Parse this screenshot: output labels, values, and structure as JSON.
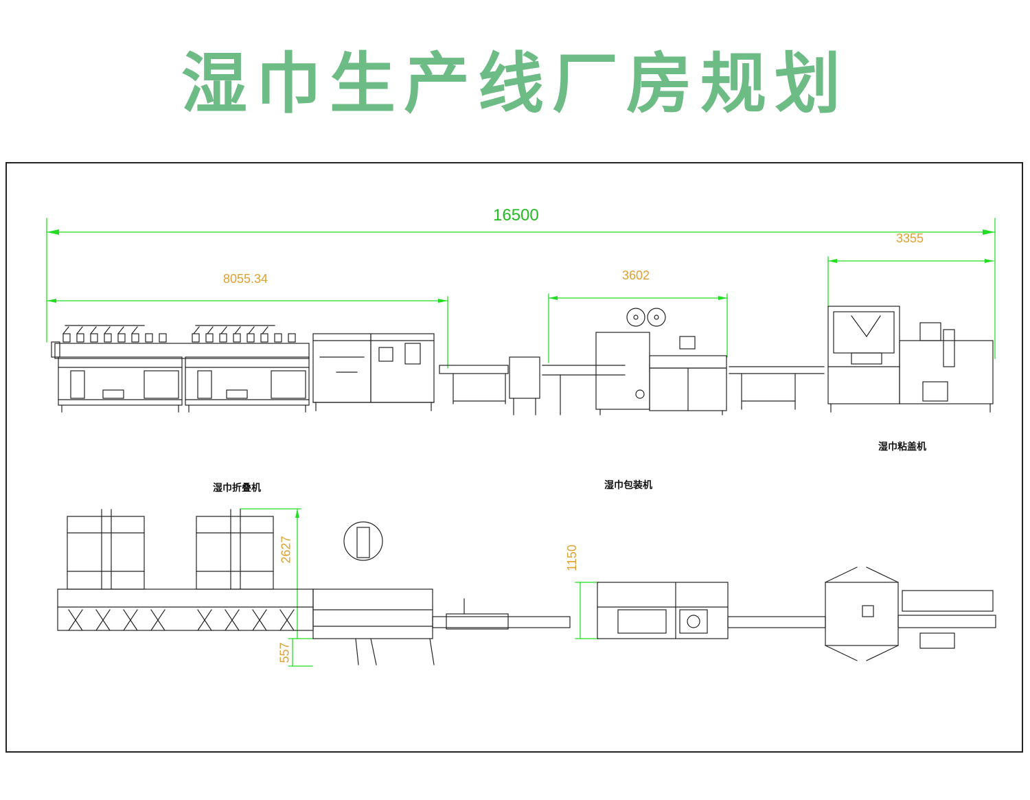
{
  "title": "湿巾生产线厂房规划",
  "colors": {
    "title": "#6dbb85",
    "dim_line": "#22dd22",
    "dim_text_main": "#22bb22",
    "dim_text_sub": "#e0a030",
    "drawing": "#222222"
  },
  "dimensions": {
    "overall": "16500",
    "folding": "8055.34",
    "packing": "3602",
    "lidding": "3355",
    "height_main": "2627",
    "height_base": "557",
    "height_pack": "1150"
  },
  "machines": {
    "folding": "湿巾折叠机",
    "packing": "湿巾包装机",
    "lidding": "湿巾粘盖机"
  }
}
